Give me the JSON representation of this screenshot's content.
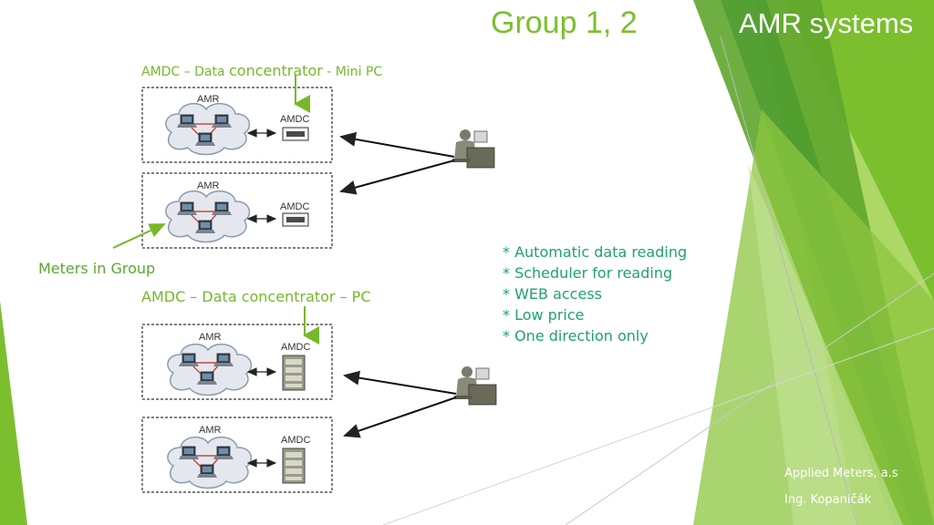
{
  "slide": {
    "title": "Group 1, 2",
    "section_title": "AMR systems"
  },
  "labels": {
    "amdc_mini_prefix": "AMDC – Data",
    "amdc_mini_big": "concentrator",
    "amdc_mini_suffix": " - Mini PC",
    "meters_in_group": "Meters in Group",
    "amdc_pc": "AMDC – Data concentrator – PC"
  },
  "features": [
    "* Automatic data reading",
    "* Scheduler for reading",
    "* WEB access",
    "* Low price",
    "* One direction only"
  ],
  "diagram": {
    "box_amr_label": "AMR",
    "box_amdc_label": "AMDC"
  },
  "footer": {
    "company": "Applied Meters, a.s",
    "author": "Ing. Kopaničák"
  },
  "colors": {
    "accent_green": "#76b82a",
    "dark_green": "#4a9a2f",
    "feature_text": "#1fa36a"
  }
}
